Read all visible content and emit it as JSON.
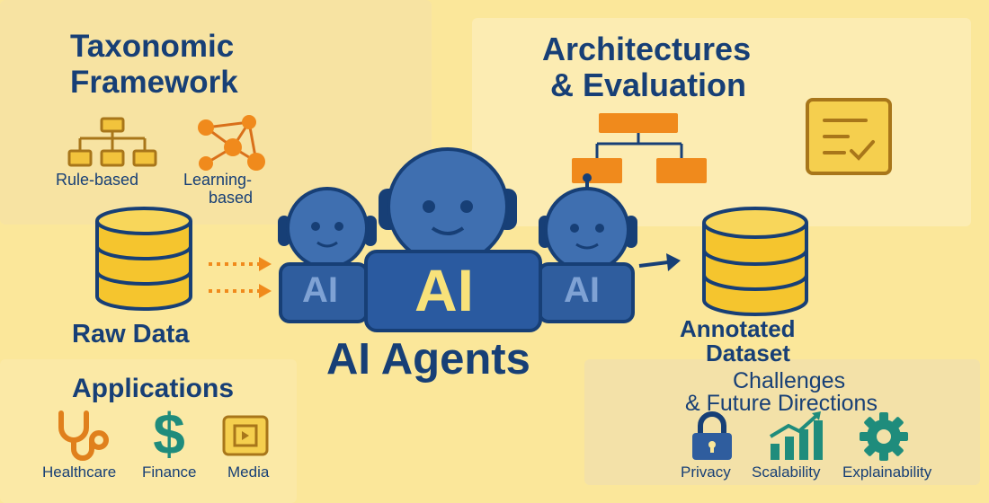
{
  "taxonomy": {
    "title_line1": "Taxonomic",
    "title_line2": "Framework",
    "rule_label": "Rule-based",
    "learning_label_line1": "Learning-",
    "learning_label_line2": "based"
  },
  "architectures": {
    "title_line1": "Architectures",
    "title_line2": "& Evaluation"
  },
  "raw_data": {
    "label": "Raw Data"
  },
  "agents": {
    "title": "AI Agents",
    "badge_left": "AI",
    "badge_center": "AI",
    "badge_right": "AI"
  },
  "annotated": {
    "label_line1": "Annotated",
    "label_line2": "Dataset"
  },
  "applications": {
    "title": "Applications",
    "items": [
      "Healthcare",
      "Finance",
      "Media"
    ]
  },
  "challenges": {
    "title_line1": "Challenges",
    "title_line2": "& Future Directions",
    "items": [
      "Privacy",
      "Scalability",
      "Explainability"
    ]
  },
  "colors": {
    "navy": "#173f76",
    "robot_blue": "#3f6fb0",
    "orange": "#f08a1c",
    "gold": "#f0c020",
    "teal": "#1f8c7c",
    "background": "#fbe79a"
  }
}
